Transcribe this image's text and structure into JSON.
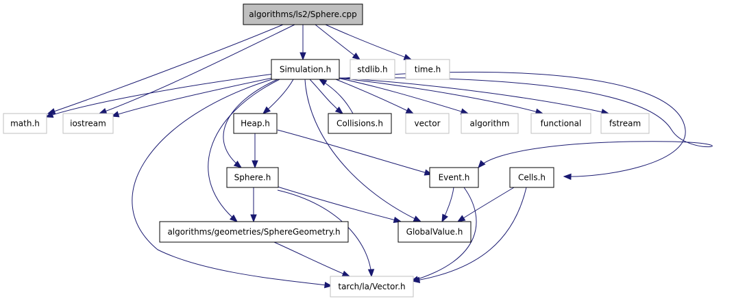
{
  "graph": {
    "title": "algorithms/ls2/Sphere.cpp",
    "edge_color": "#191970",
    "root_fill": "#bfbfbf",
    "external_border": "#bfbfbf",
    "nodes": [
      {
        "id": "root",
        "label": "algorithms/ls2/Sphere.cpp",
        "kind": "root"
      },
      {
        "id": "simulation",
        "label": "Simulation.h",
        "kind": "local"
      },
      {
        "id": "stdlib",
        "label": "stdlib.h",
        "kind": "external"
      },
      {
        "id": "time",
        "label": "time.h",
        "kind": "external"
      },
      {
        "id": "math",
        "label": "math.h",
        "kind": "external"
      },
      {
        "id": "iostream",
        "label": "iostream",
        "kind": "external"
      },
      {
        "id": "heap",
        "label": "Heap.h",
        "kind": "local"
      },
      {
        "id": "collisions",
        "label": "Collisions.h",
        "kind": "local"
      },
      {
        "id": "vector",
        "label": "vector",
        "kind": "external"
      },
      {
        "id": "algorithm",
        "label": "algorithm",
        "kind": "external"
      },
      {
        "id": "functional",
        "label": "functional",
        "kind": "external"
      },
      {
        "id": "fstream",
        "label": "fstream",
        "kind": "external"
      },
      {
        "id": "sphere",
        "label": "Sphere.h",
        "kind": "local"
      },
      {
        "id": "event",
        "label": "Event.h",
        "kind": "local"
      },
      {
        "id": "cells",
        "label": "Cells.h",
        "kind": "local"
      },
      {
        "id": "spheregeom",
        "label": "algorithms/geometries/SphereGeometry.h",
        "kind": "local"
      },
      {
        "id": "globalvalue",
        "label": "GlobalValue.h",
        "kind": "local"
      },
      {
        "id": "vectorh",
        "label": "tarch/la/Vector.h",
        "kind": "external"
      }
    ],
    "edges": [
      {
        "from": "root",
        "to": "simulation"
      },
      {
        "from": "root",
        "to": "stdlib"
      },
      {
        "from": "root",
        "to": "time"
      },
      {
        "from": "root",
        "to": "math"
      },
      {
        "from": "root",
        "to": "iostream"
      },
      {
        "from": "simulation",
        "to": "math"
      },
      {
        "from": "simulation",
        "to": "iostream"
      },
      {
        "from": "simulation",
        "to": "heap"
      },
      {
        "from": "simulation",
        "to": "collisions"
      },
      {
        "from": "collisions",
        "to": "simulation"
      },
      {
        "from": "simulation",
        "to": "vector"
      },
      {
        "from": "simulation",
        "to": "algorithm"
      },
      {
        "from": "simulation",
        "to": "functional"
      },
      {
        "from": "simulation",
        "to": "fstream"
      },
      {
        "from": "simulation",
        "to": "sphere"
      },
      {
        "from": "simulation",
        "to": "event"
      },
      {
        "from": "simulation",
        "to": "cells"
      },
      {
        "from": "simulation",
        "to": "spheregeom"
      },
      {
        "from": "simulation",
        "to": "globalvalue"
      },
      {
        "from": "simulation",
        "to": "vectorh"
      },
      {
        "from": "heap",
        "to": "sphere"
      },
      {
        "from": "heap",
        "to": "event"
      },
      {
        "from": "sphere",
        "to": "spheregeom"
      },
      {
        "from": "sphere",
        "to": "globalvalue"
      },
      {
        "from": "sphere",
        "to": "vectorh"
      },
      {
        "from": "event",
        "to": "globalvalue"
      },
      {
        "from": "event",
        "to": "vectorh"
      },
      {
        "from": "cells",
        "to": "globalvalue"
      },
      {
        "from": "cells",
        "to": "vectorh"
      },
      {
        "from": "spheregeom",
        "to": "vectorh"
      }
    ]
  }
}
